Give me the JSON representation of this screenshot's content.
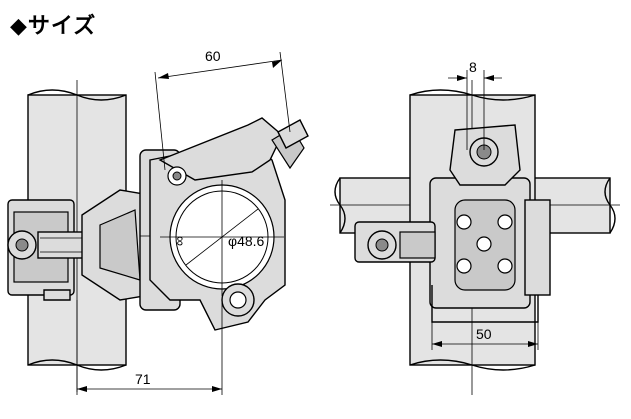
{
  "title": "◆サイズ",
  "dimensions": {
    "clamp_span": "60",
    "bolt_width": "8",
    "pipe_diameter": "φ48.6",
    "pipe_depth": "∞",
    "side_length": "71",
    "base_width": "50"
  }
}
